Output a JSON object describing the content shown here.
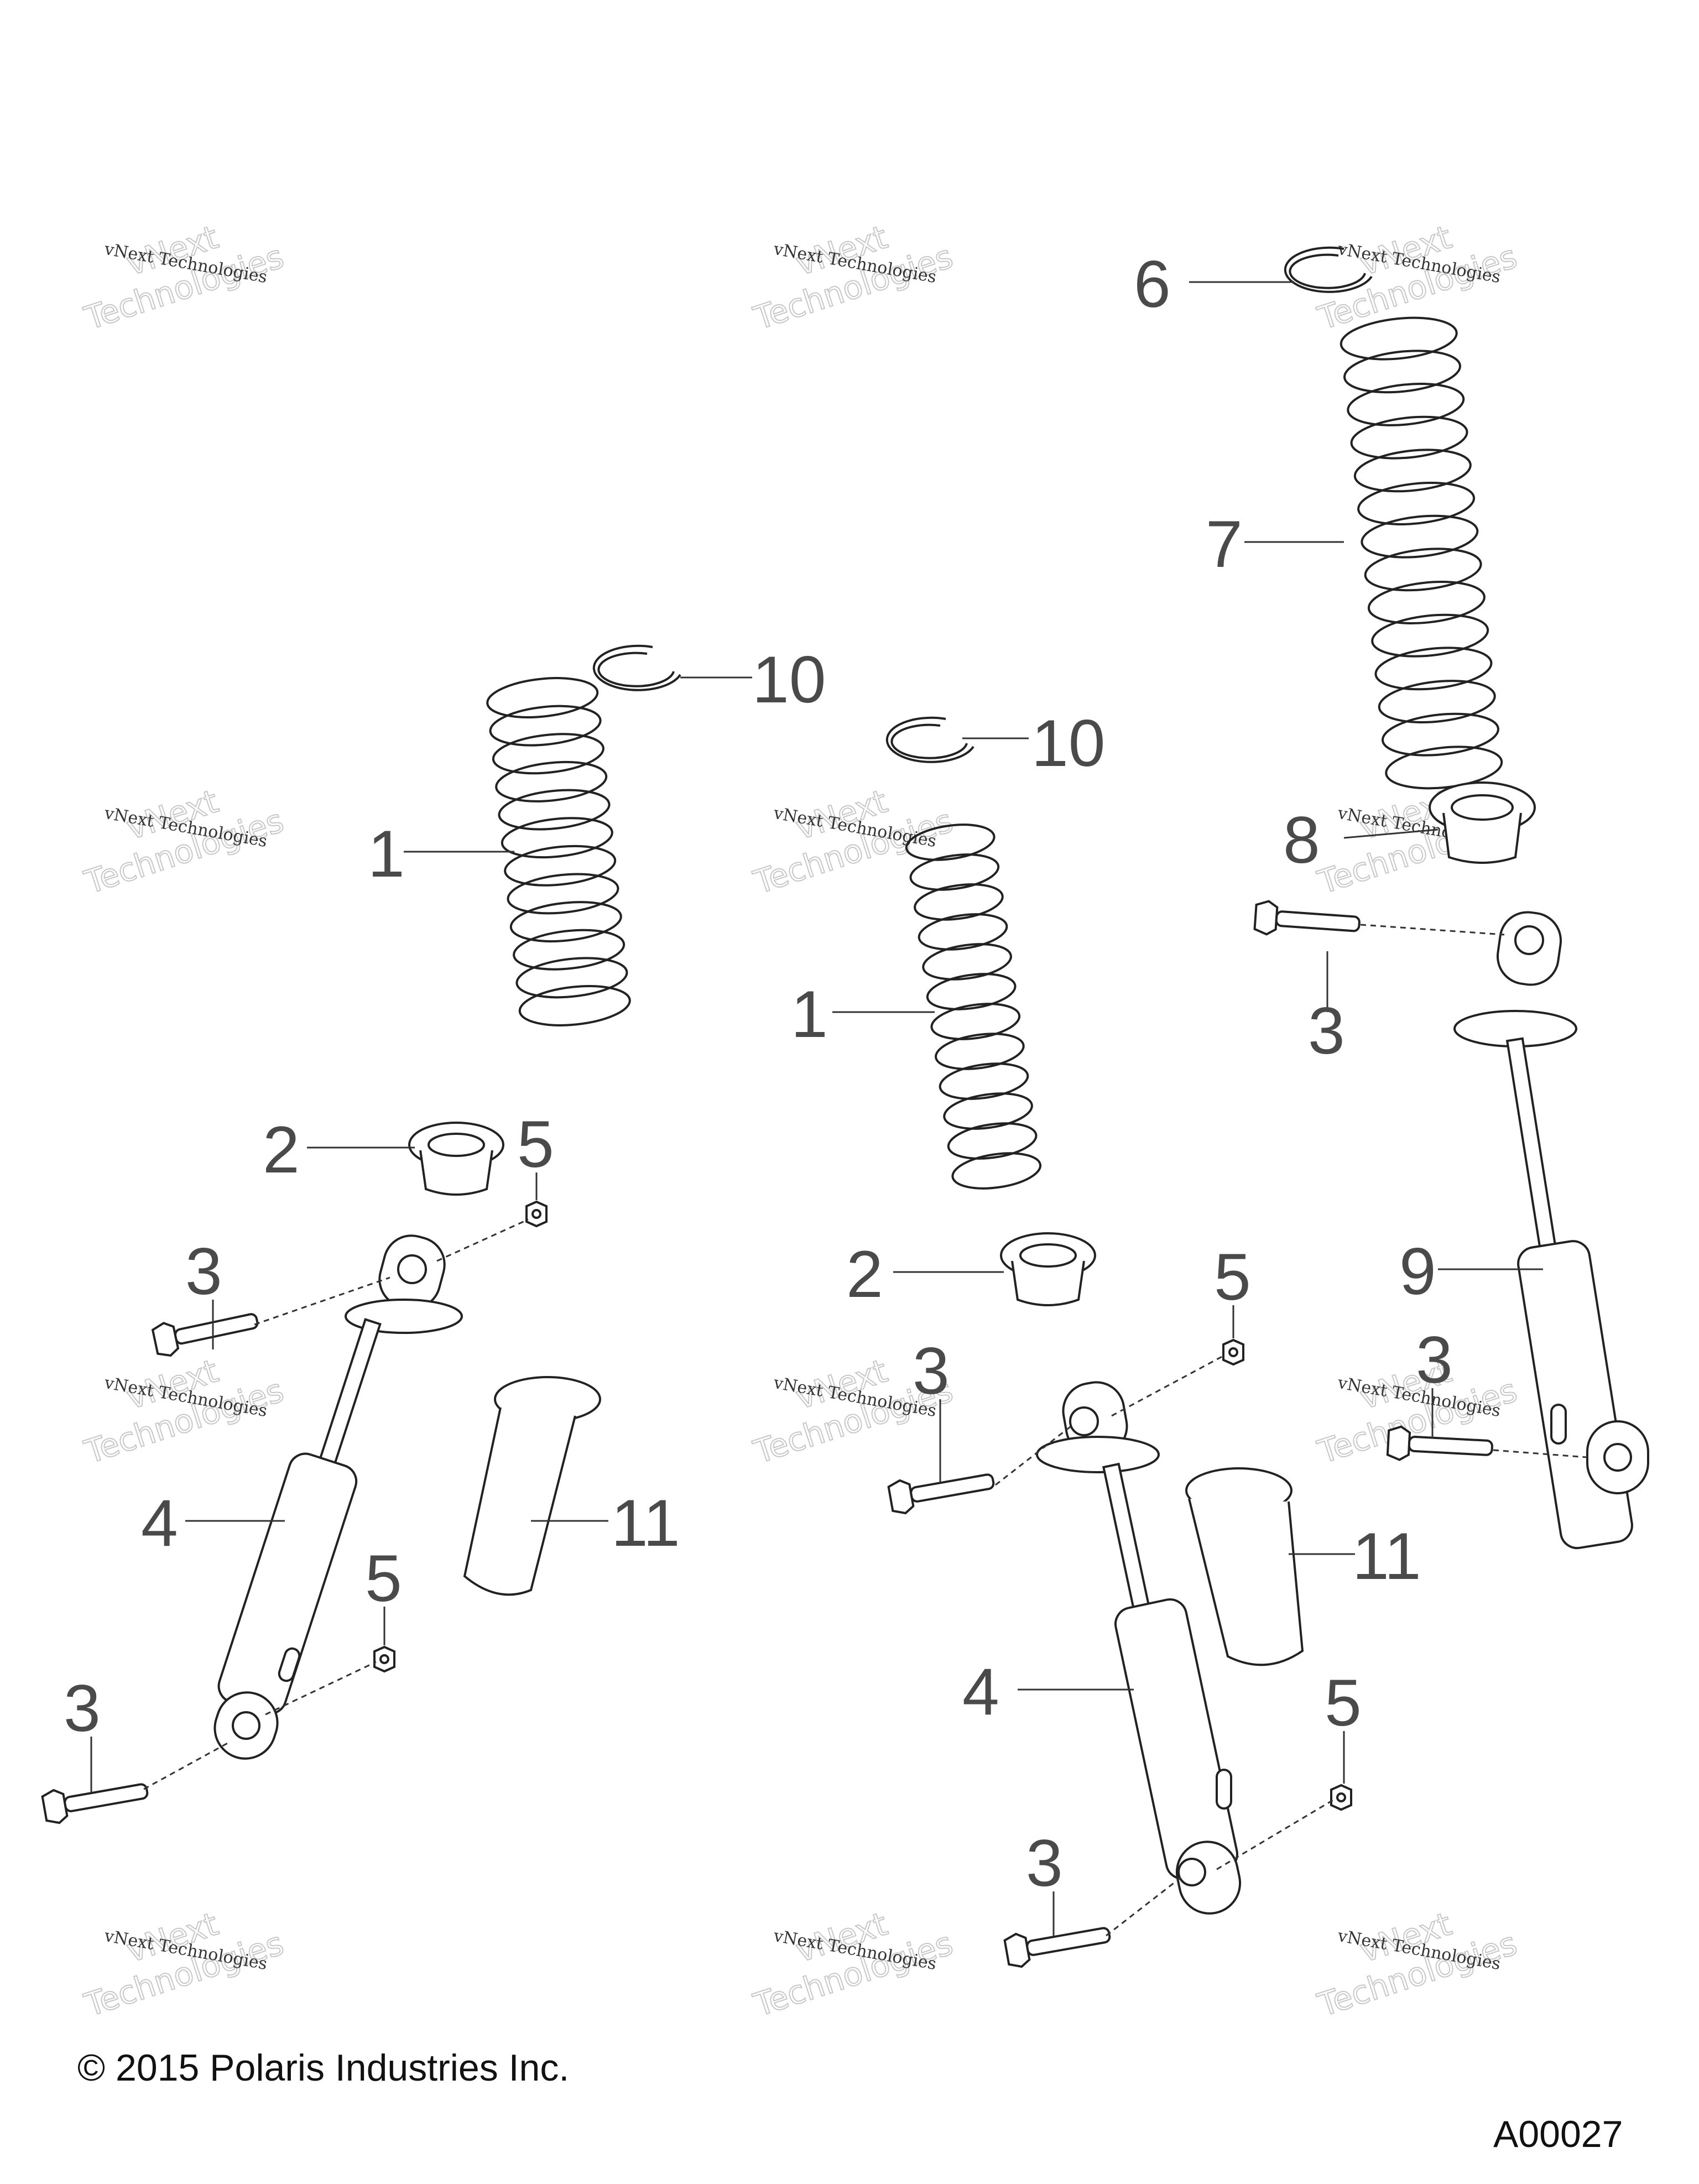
{
  "watermark": {
    "line1": "vNext",
    "line2": "Technologies",
    "small": "vNext Technologies"
  },
  "callouts": {
    "c1a": "1",
    "c1b": "1",
    "c2a": "2",
    "c2b": "2",
    "c3a": "3",
    "c3b": "3",
    "c3c": "3",
    "c3d": "3",
    "c3e": "3",
    "c3f": "3",
    "c4a": "4",
    "c4b": "4",
    "c5a": "5",
    "c5b": "5",
    "c5c": "5",
    "c5d": "5",
    "c6": "6",
    "c7": "7",
    "c8": "8",
    "c9": "9",
    "c10a": "10",
    "c10b": "10",
    "c11a": "11",
    "c11b": "11"
  },
  "footer": {
    "copyright": "© 2015 Polaris Industries Inc.",
    "code": "A00027"
  }
}
